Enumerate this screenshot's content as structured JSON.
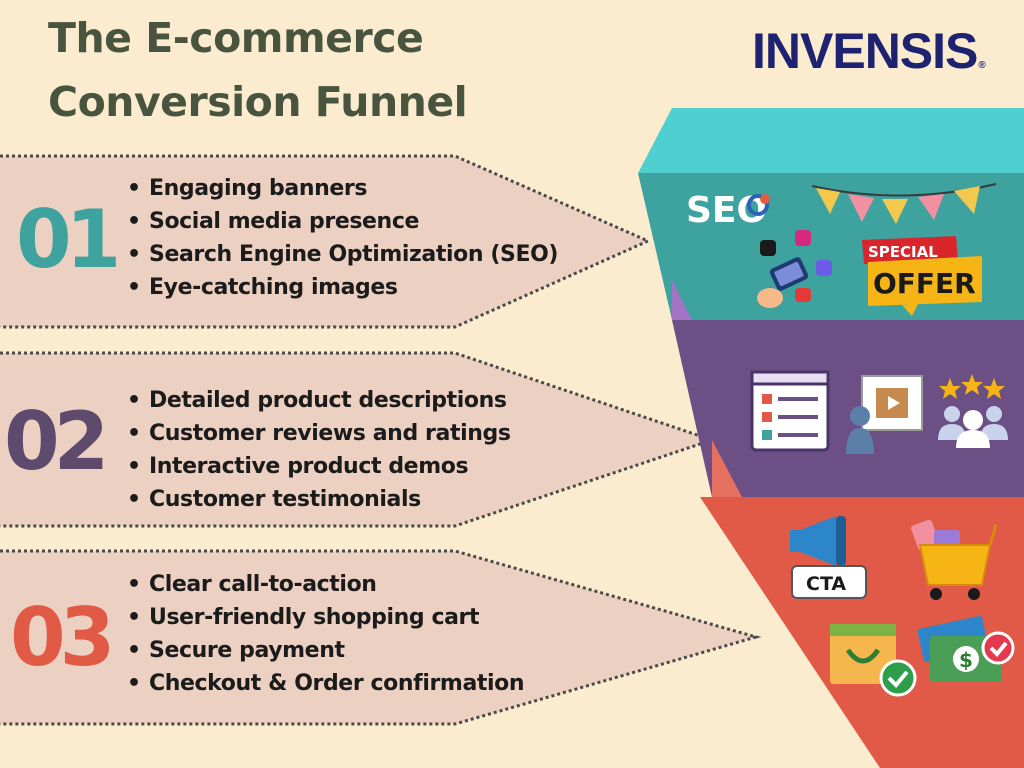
{
  "title": {
    "line1": "The E-commerce",
    "line2": "Conversion Funnel"
  },
  "logo": {
    "text": "INVENSIS",
    "mark": "®"
  },
  "stages": [
    {
      "number": "01",
      "color": "#3ea29f",
      "items": [
        "Engaging banners",
        "Social media presence",
        "Search Engine Optimization (SEO)",
        "Eye-catching images"
      ]
    },
    {
      "number": "02",
      "color": "#5d4a6d",
      "items": [
        "Detailed product descriptions",
        "Customer reviews and ratings",
        "Interactive product demos",
        "Customer testimonials"
      ]
    },
    {
      "number": "03",
      "color": "#e05a45",
      "items": [
        "Clear call-to-action",
        "User-friendly shopping cart",
        "Secure payment",
        "Checkout & Order confirmation"
      ]
    }
  ],
  "icons": {
    "seo_label": "SEO",
    "special_label": "SPECIAL",
    "offer_label": "OFFER",
    "cta_label": "CTA",
    "currency_symbol": "$"
  },
  "colors": {
    "background": "#fbeccf",
    "panel": "#ecd0c2",
    "title": "#49543f",
    "logo": "#1d2370",
    "funnel_top": "#3ea29f",
    "funnel_top_rim": "#4fcfcf",
    "funnel_mid": "#6c4f84",
    "funnel_bottom": "#e15a48"
  }
}
